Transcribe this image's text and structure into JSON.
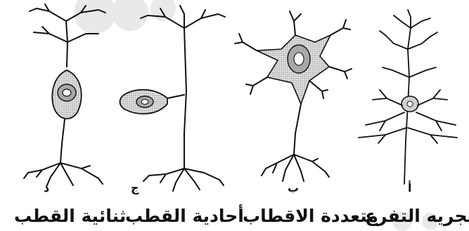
{
  "figure": {
    "panels": [
      {
        "letter": "أ",
        "caption": "شجريه التفرع"
      },
      {
        "letter": "ب",
        "caption": "متعددة الاقطاب"
      },
      {
        "letter": "ج",
        "caption": "أحادية القطب"
      },
      {
        "letter": "د",
        "caption": "ثنائية القطب"
      }
    ]
  },
  "colors": {
    "ink": "#111111",
    "cell_fill": "#cfcfcf",
    "nucleus": "#9a9a9a",
    "watermark": "#e6e6e6"
  }
}
